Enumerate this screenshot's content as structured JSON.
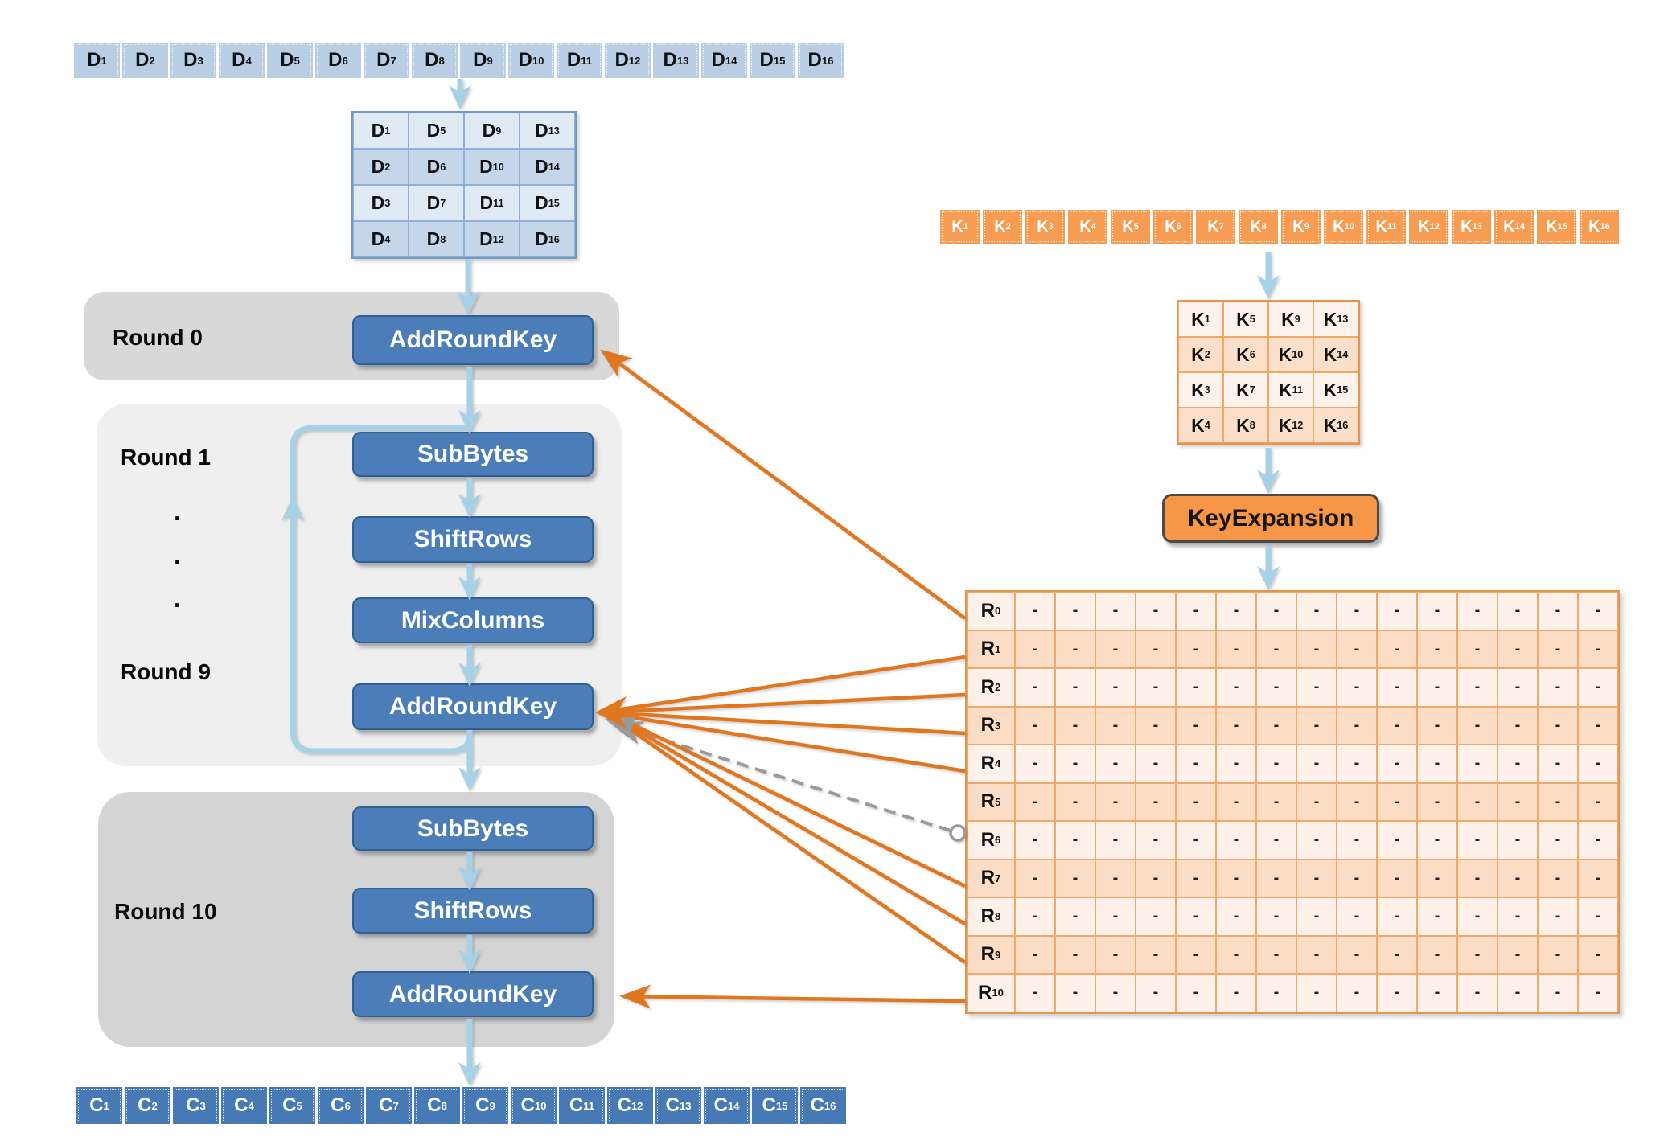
{
  "diagram": {
    "plaintext_row": [
      "D1",
      "D2",
      "D3",
      "D4",
      "D5",
      "D6",
      "D7",
      "D8",
      "D9",
      "D10",
      "D11",
      "D12",
      "D13",
      "D14",
      "D15",
      "D16"
    ],
    "plaintext_matrix": [
      [
        "D1",
        "D5",
        "D9",
        "D13"
      ],
      [
        "D2",
        "D6",
        "D10",
        "D14"
      ],
      [
        "D3",
        "D7",
        "D11",
        "D15"
      ],
      [
        "D4",
        "D8",
        "D12",
        "D16"
      ]
    ],
    "ciphertext_row": [
      "C1",
      "C2",
      "C3",
      "C4",
      "C5",
      "C6",
      "C7",
      "C8",
      "C9",
      "C10",
      "C11",
      "C12",
      "C13",
      "C14",
      "C15",
      "C16"
    ],
    "key_row": [
      "K1",
      "K2",
      "K3",
      "K4",
      "K5",
      "K6",
      "K7",
      "K8",
      "K9",
      "K10",
      "K11",
      "K12",
      "K13",
      "K14",
      "K15",
      "K16"
    ],
    "key_matrix": [
      [
        "K1",
        "K5",
        "K9",
        "K13"
      ],
      [
        "K2",
        "K6",
        "K10",
        "K14"
      ],
      [
        "K3",
        "K7",
        "K11",
        "K15"
      ],
      [
        "K4",
        "K8",
        "K12",
        "K16"
      ]
    ],
    "rounds": {
      "round0": {
        "label": "Round 0",
        "steps": [
          "AddRoundKey"
        ]
      },
      "rounds_1_to_9": {
        "label_top": "Round 1",
        "label_bottom": "Round 9",
        "dots": [
          ".",
          ".",
          "."
        ],
        "steps": [
          "SubBytes",
          "ShiftRows",
          "MixColumns",
          "AddRoundKey"
        ]
      },
      "round10": {
        "label": "Round 10",
        "steps": [
          "SubBytes",
          "ShiftRows",
          "AddRoundKey"
        ]
      }
    },
    "key_expansion": {
      "label": "KeyExpansion"
    },
    "key_schedule": {
      "rows": [
        {
          "label": "R0",
          "cells": [
            "-",
            "-",
            "-",
            "-",
            "-",
            "-",
            "-",
            "-",
            "-",
            "-",
            "-",
            "-",
            "-",
            "-",
            "-"
          ]
        },
        {
          "label": "R1",
          "cells": [
            "-",
            "-",
            "-",
            "-",
            "-",
            "-",
            "-",
            "-",
            "-",
            "-",
            "-",
            "-",
            "-",
            "-",
            "-"
          ]
        },
        {
          "label": "R2",
          "cells": [
            "-",
            "-",
            "-",
            "-",
            "-",
            "-",
            "-",
            "-",
            "-",
            "-",
            "-",
            "-",
            "-",
            "-",
            "-"
          ]
        },
        {
          "label": "R3",
          "cells": [
            "-",
            "-",
            "-",
            "-",
            "-",
            "-",
            "-",
            "-",
            "-",
            "-",
            "-",
            "-",
            "-",
            "-",
            "-"
          ]
        },
        {
          "label": "R4",
          "cells": [
            "-",
            "-",
            "-",
            "-",
            "-",
            "-",
            "-",
            "-",
            "-",
            "-",
            "-",
            "-",
            "-",
            "-",
            "-"
          ]
        },
        {
          "label": "R5",
          "cells": [
            "-",
            "-",
            "-",
            "-",
            "-",
            "-",
            "-",
            "-",
            "-",
            "-",
            "-",
            "-",
            "-",
            "-",
            "-"
          ]
        },
        {
          "label": "R6",
          "cells": [
            "-",
            "-",
            "-",
            "-",
            "-",
            "-",
            "-",
            "-",
            "-",
            "-",
            "-",
            "-",
            "-",
            "-",
            "-"
          ]
        },
        {
          "label": "R7",
          "cells": [
            "-",
            "-",
            "-",
            "-",
            "-",
            "-",
            "-",
            "-",
            "-",
            "-",
            "-",
            "-",
            "-",
            "-",
            "-"
          ]
        },
        {
          "label": "R8",
          "cells": [
            "-",
            "-",
            "-",
            "-",
            "-",
            "-",
            "-",
            "-",
            "-",
            "-",
            "-",
            "-",
            "-",
            "-",
            "-"
          ]
        },
        {
          "label": "R9",
          "cells": [
            "-",
            "-",
            "-",
            "-",
            "-",
            "-",
            "-",
            "-",
            "-",
            "-",
            "-",
            "-",
            "-",
            "-",
            "-"
          ]
        },
        {
          "label": "R10",
          "cells": [
            "-",
            "-",
            "-",
            "-",
            "-",
            "-",
            "-",
            "-",
            "-",
            "-",
            "-",
            "-",
            "-",
            "-",
            "-"
          ]
        }
      ]
    },
    "colors": {
      "plaintext_cell": "#b9cde5",
      "ciphertext_cell": "#4779b5",
      "key_cell": "#f79d53",
      "process_button": "#4b7db8",
      "process_button_border": "#2f5f96",
      "key_expansion_fill": "#f79646",
      "round_box_grey": "#d8d8d8",
      "round_box_light": "#efefef",
      "schedule_row_light": "#fdf1e9",
      "schedule_row_dark": "#fbdcc4",
      "schedule_border": "#e8944f",
      "flow_arrow_blue": "#a6d1e6",
      "key_arrow_orange": "#e0771f",
      "dashed_arrow_grey": "#9a9a9a"
    }
  }
}
